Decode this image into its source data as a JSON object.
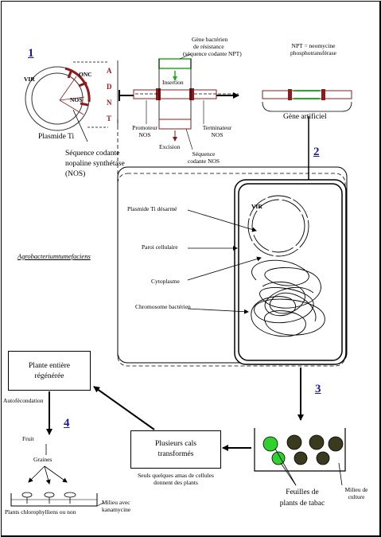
{
  "steps": {
    "s1": "1",
    "s2": "2",
    "s3": "3",
    "s4": "4"
  },
  "plasmid": {
    "vir": "VIR",
    "onc": "ONC",
    "nos": "NOS",
    "adnt": [
      "A",
      "D",
      "N",
      "T"
    ],
    "title": "Plasmide Ti",
    "sequence_nos": [
      "Séquence codante",
      "nopaline synthétase",
      "(NOS)"
    ]
  },
  "construct": {
    "gene_resistance": [
      "Gène bactérien",
      "de résistance",
      "(séquence codante NPT)"
    ],
    "insertion": "Insertion",
    "excision": "Excision",
    "promoteur": [
      "Promoteur",
      "NOS"
    ],
    "terminateur": [
      "Terminateur",
      "NOS"
    ],
    "sequence_nos": [
      "Séquence",
      "codante NOS"
    ],
    "npt_note": [
      "NPT = neomycine",
      "phosphotransférase"
    ],
    "gene_artificiel": "Gène artificiel"
  },
  "bacterium": {
    "name": "Agrobacteriumtumefaciens",
    "plasmide_desarme": "Plasmide Ti désarmé",
    "vir": "VIR",
    "paroi": "Paroi cellulaire",
    "cytoplasme": "Cytoplasme",
    "chromosome": "Chromosome bactérien"
  },
  "culture": {
    "feuilles": [
      "Feuilles de",
      "plants de tabac"
    ],
    "milieu": [
      "Milieu de",
      "culture"
    ],
    "cals": [
      "Plusieurs cals",
      "transformés"
    ],
    "cals_note": [
      "Seuls quelques amas de cellules",
      "donnent des plants"
    ]
  },
  "plante": {
    "title": [
      "Plante entière",
      "régénérée"
    ],
    "autofecondation": "Autofécondation",
    "fruit": "Fruit",
    "graines": "Graines",
    "plants": "Plants chlorophylliens ou non",
    "milieu_avec": [
      "Milieu avec",
      "kanamycine"
    ]
  },
  "colors": {
    "step": "#1a1a9a",
    "dna_red": "#8b1c1c",
    "green_segment": "#22aa22",
    "leaf_dark": "#3a3a1e",
    "leaf_green": "#2fd12f"
  }
}
